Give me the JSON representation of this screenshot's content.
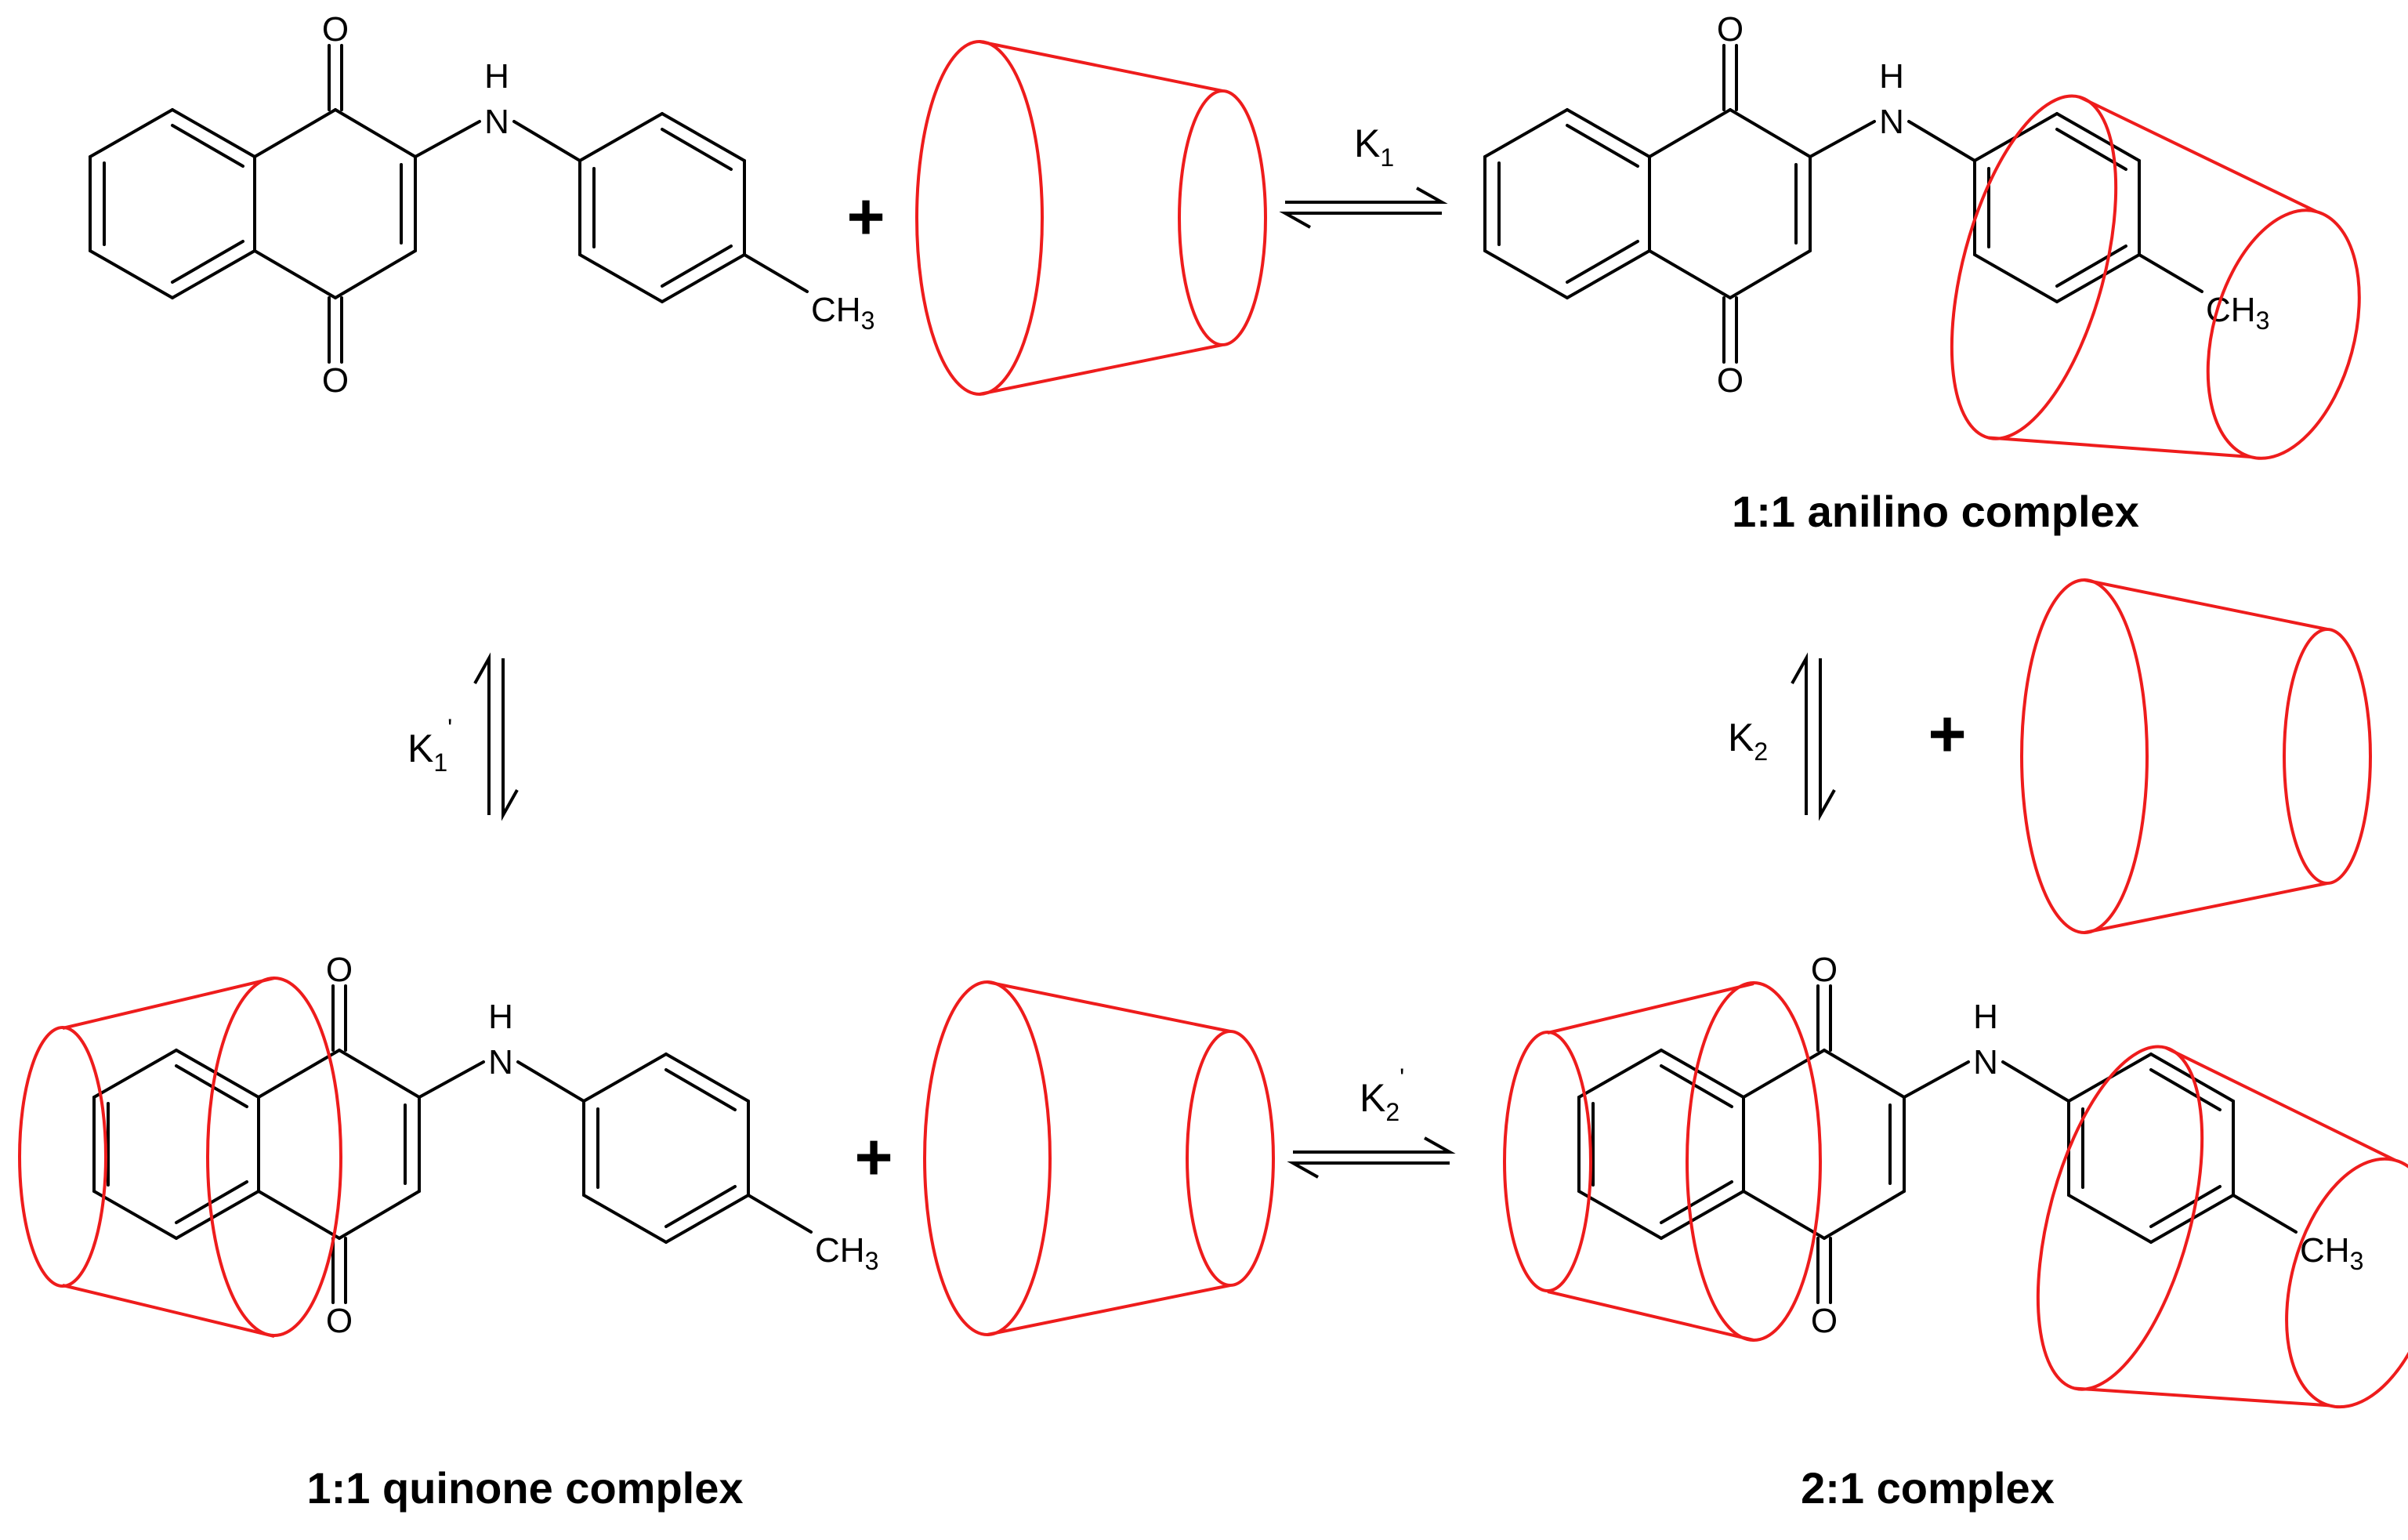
{
  "colors": {
    "bond": "#000000",
    "cyclodextrin": "#ee1c1c",
    "background": "#ffffff"
  },
  "atoms": {
    "oxygen": "O",
    "nitrogen": "N",
    "hydrogen": "H",
    "methyl_c": "CH",
    "methyl_sub": "3"
  },
  "equilibria": {
    "k1": {
      "main": "K",
      "sub": "1"
    },
    "k2": {
      "main": "K",
      "sub": "2"
    },
    "k1_prime": {
      "main": "K",
      "sub": "1",
      "sup": "'"
    },
    "k2_prime": {
      "main": "K",
      "sub": "2",
      "sup": "'"
    }
  },
  "plus": "+",
  "captions": {
    "anilino": "1:1 anilino complex",
    "quinone": "1:1 quinone complex",
    "two_one": "2:1 complex"
  }
}
